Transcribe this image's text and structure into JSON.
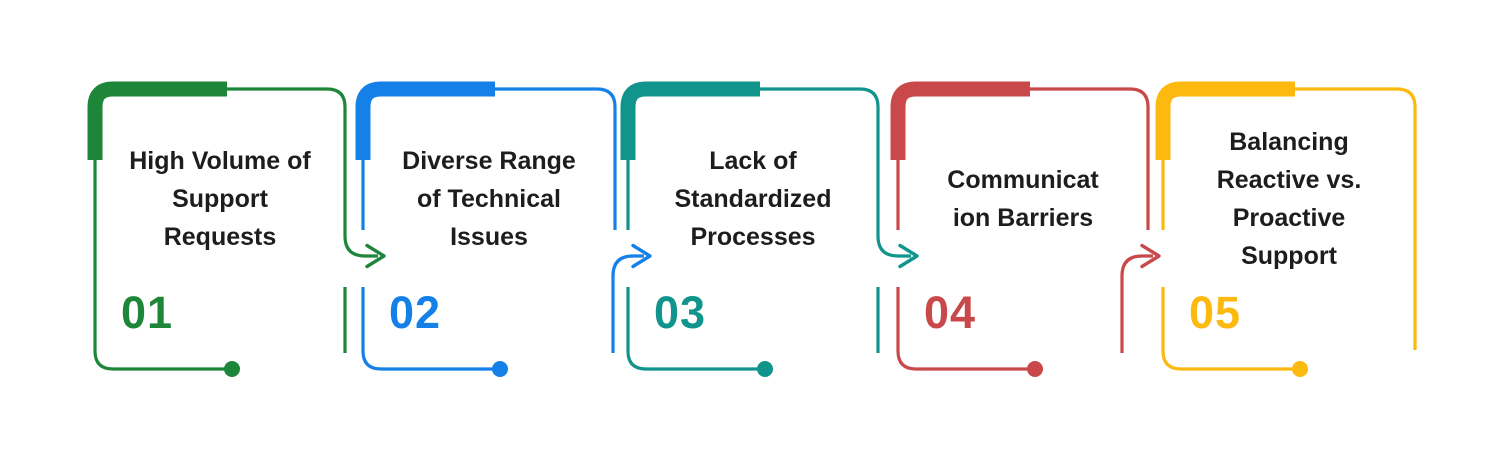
{
  "background": "#ffffff",
  "title_text_color": "#1d1d1f",
  "steps": [
    {
      "number": "01",
      "title": "High Volume of\nSupport\nRequests",
      "color": "#1e8639"
    },
    {
      "number": "02",
      "title": "Diverse Range\nof Technical\nIssues",
      "color": "#1581e8"
    },
    {
      "number": "03",
      "title": "Lack of\nStandardized\nProcesses",
      "color": "#10948c"
    },
    {
      "number": "04",
      "title": "Communicat\nion Barriers",
      "color": "#c9494b"
    },
    {
      "number": "05",
      "title": "Balancing\nReactive vs.\nProactive\nSupport",
      "color": "#fcb90f"
    }
  ]
}
